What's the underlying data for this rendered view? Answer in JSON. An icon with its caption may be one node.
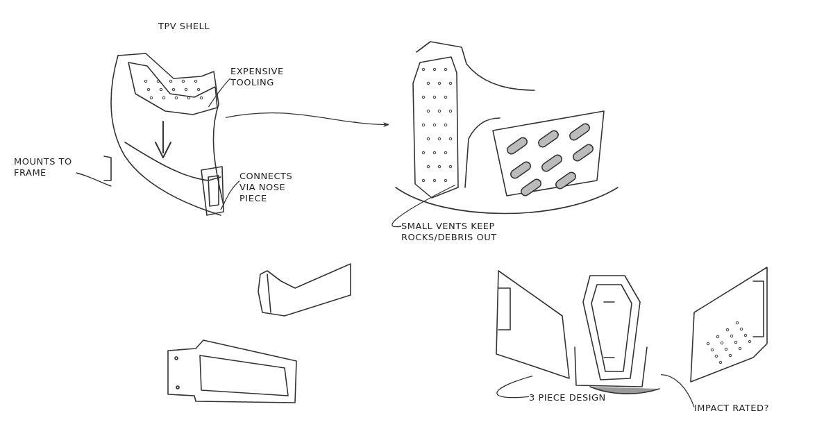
{
  "diagram": {
    "nodes": [
      {
        "text": [],
        "shape": "picture"
      },
      {
        "text": [],
        "shape": "picture"
      },
      {
        "text": [],
        "shape": "picture"
      },
      {
        "text": [
          "EXPENSIVE TOOLING"
        ]
      },
      {
        "text": [
          "MOUNTS TO FRAME"
        ]
      },
      {
        "text": [
          "CONNECTS VIA NOSE PIECE"
        ]
      },
      {
        "text": [
          "SMALL VENTS KEEP ROCKS/DEBRIS OUT"
        ]
      },
      {
        "text": [
          "3 PIECE DESIGN"
        ]
      },
      {
        "text": [
          "IMPACT RATED?"
        ]
      }
    ],
    "edges": [
      {
        "from": 0,
        "to": 1,
        "arrow": "to"
      },
      {
        "from": 3,
        "to": 0,
        "arrow": "none"
      },
      {
        "from": 4,
        "to": 0,
        "arrow": "none"
      },
      {
        "from": 5,
        "to": 0,
        "arrow": "none"
      },
      {
        "from": 6,
        "to": 1,
        "arrow": "none"
      },
      {
        "from": 7,
        "to": 2,
        "arrow": "none"
      },
      {
        "from": 8,
        "to": 2,
        "arrow": "none"
      }
    ],
    "labels": [
      "TPV SHELL"
    ]
  }
}
